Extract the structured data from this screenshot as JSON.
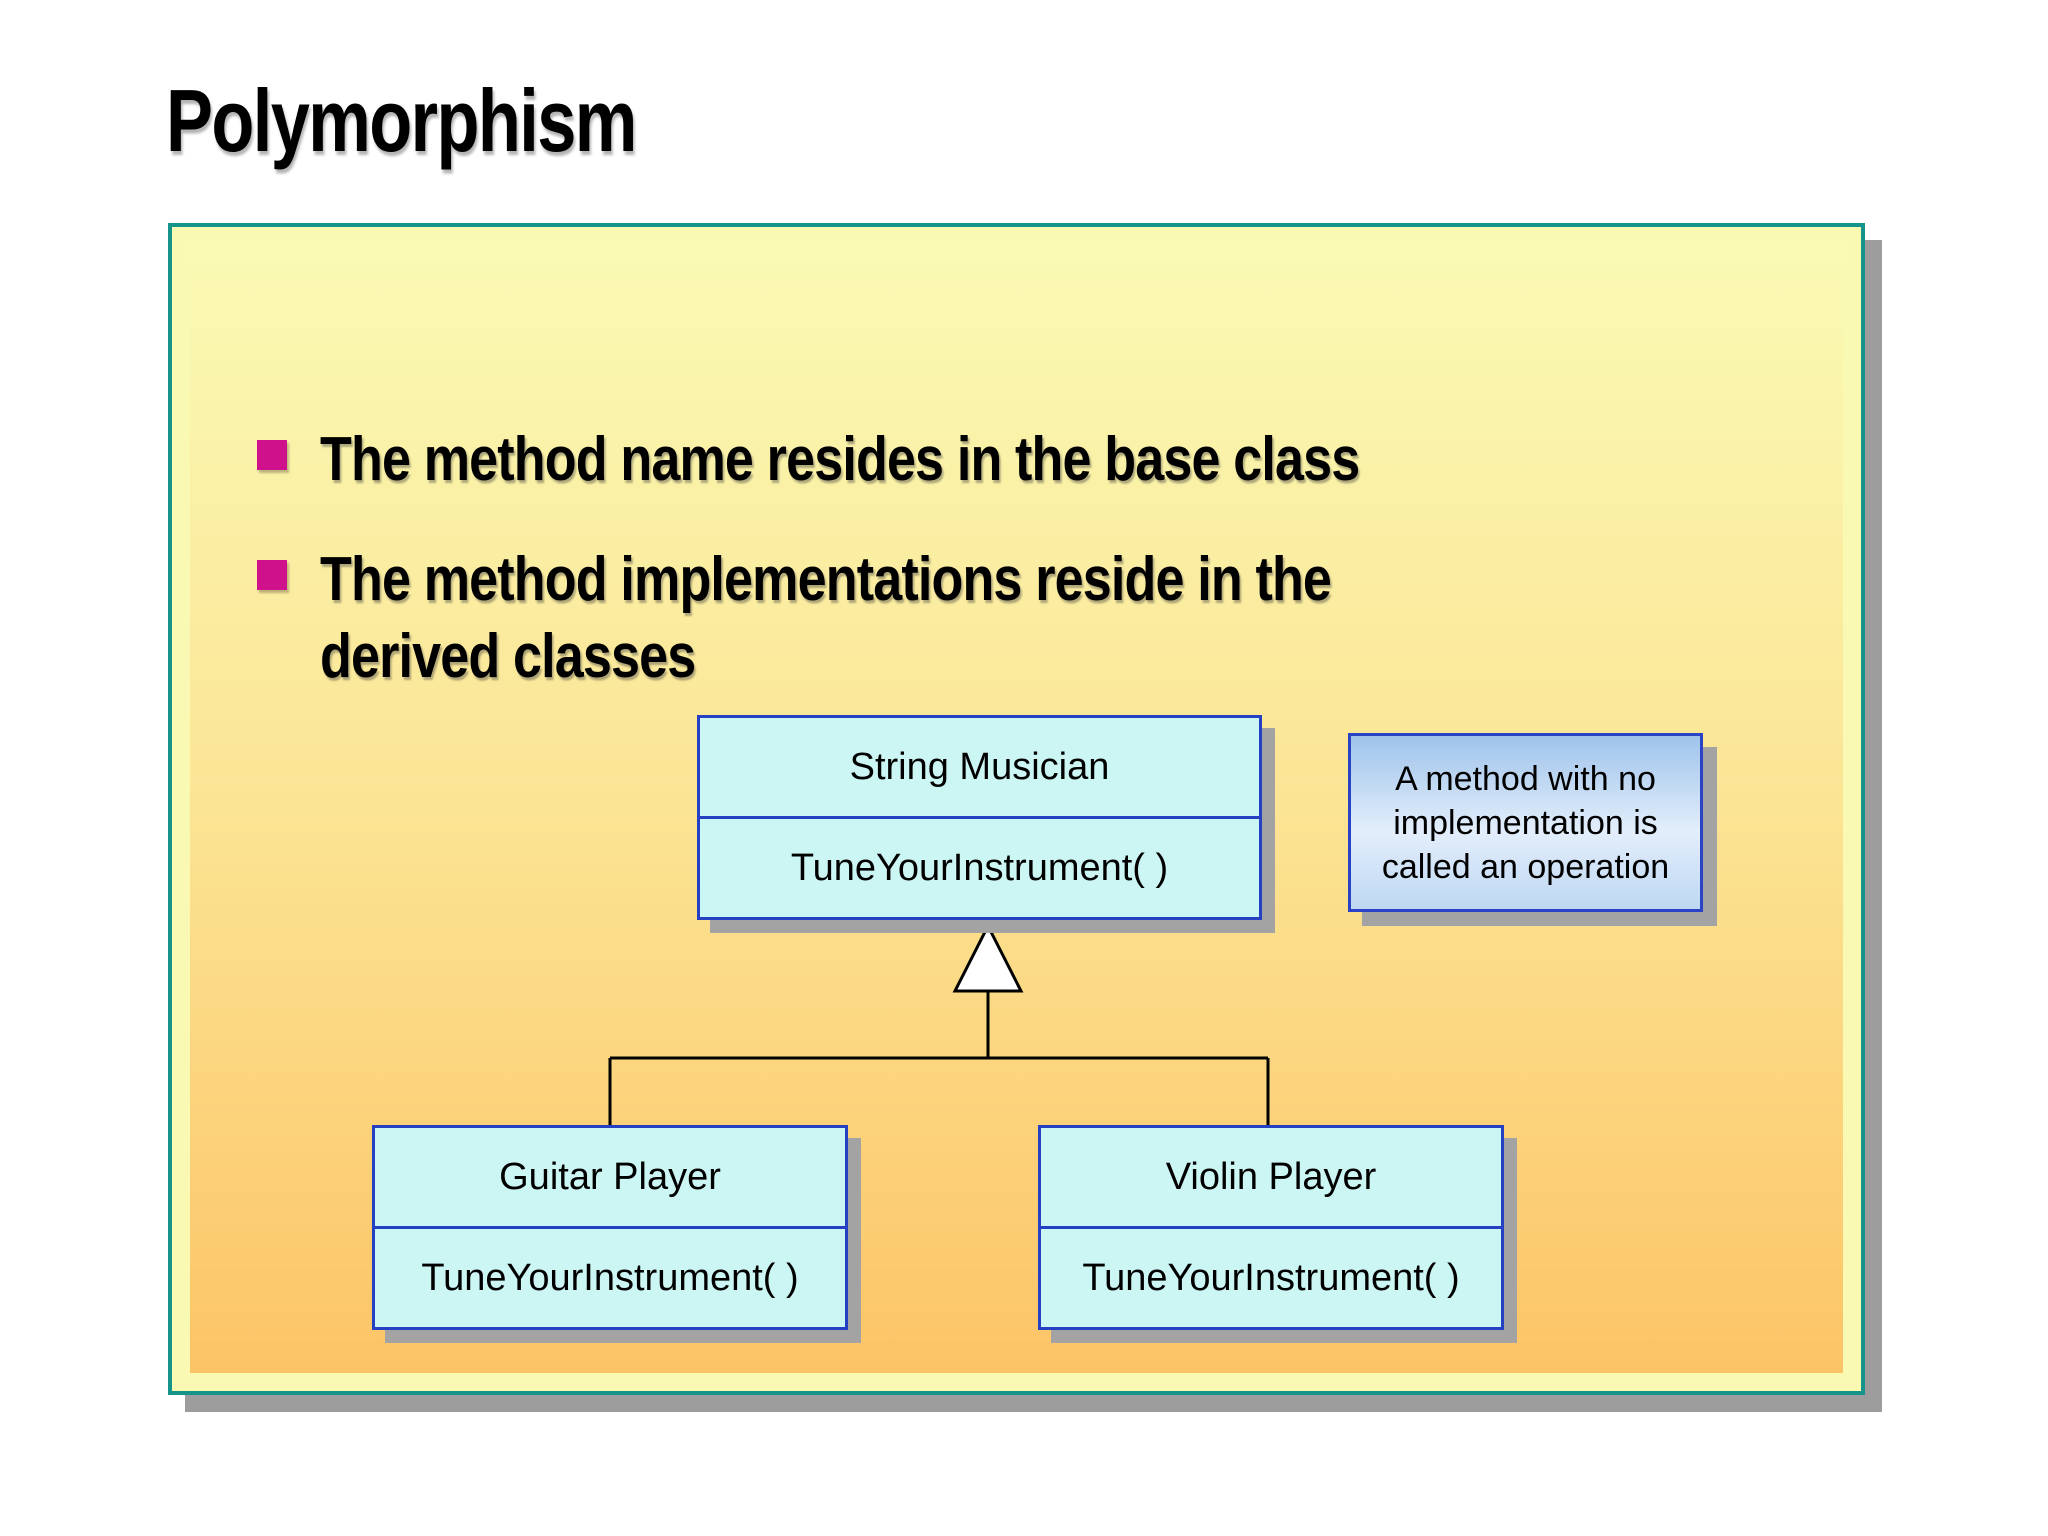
{
  "slide": {
    "title": "Polymorphism",
    "bullets": [
      {
        "lines": [
          "The method name resides in the base class"
        ]
      },
      {
        "lines": [
          "The method implementations reside in the",
          "derived classes"
        ]
      }
    ]
  },
  "diagram": {
    "base_class": {
      "name": "String Musician",
      "method": "TuneYourInstrument( )"
    },
    "derived_classes": [
      {
        "name": "Guitar Player",
        "method": "TuneYourInstrument( )"
      },
      {
        "name": "Violin Player",
        "method": "TuneYourInstrument( )"
      }
    ],
    "note": {
      "lines": [
        "A method with no",
        "implementation is",
        "called an operation"
      ]
    }
  },
  "colors": {
    "bullet_accent": "#D0118C",
    "panel_border": "#17948A",
    "panel_gradient_top": "#FAFAB4",
    "panel_gradient_bottom": "#FCC466",
    "class_box_fill": "#CCF6F4",
    "class_box_border": "#2640C4",
    "note_box_border": "#2A43C4",
    "note_gradient_top": "#9FC3EB",
    "note_gradient_bottom": "#BED8F3",
    "shadow_gray": "#9D9D9D",
    "title_text": "#000000"
  }
}
